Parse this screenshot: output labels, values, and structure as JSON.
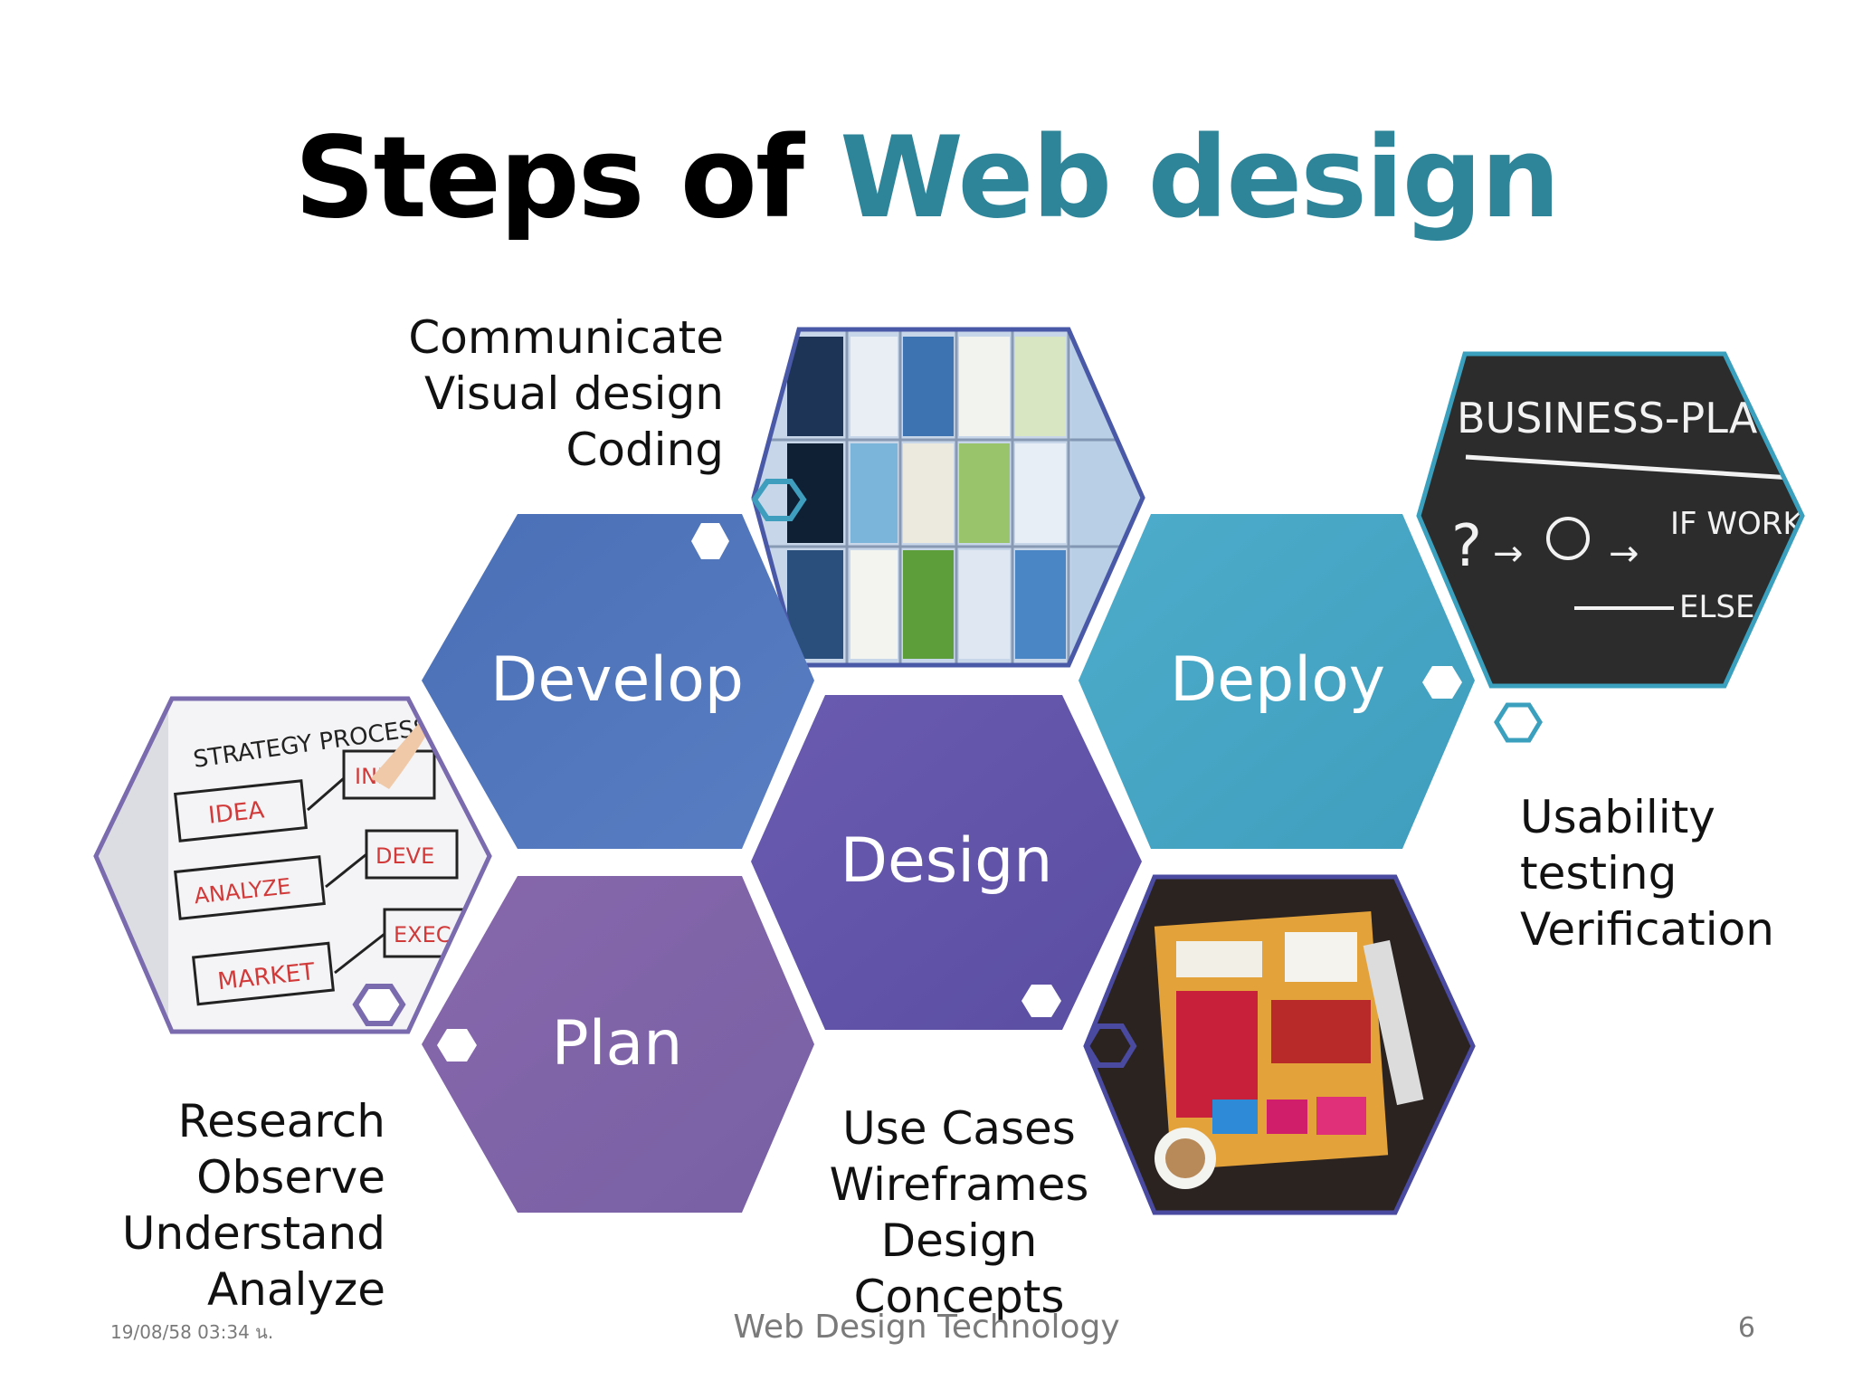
{
  "slide": {
    "title_part1": "Steps of ",
    "title_part2": "Web design",
    "colors": {
      "title_accent": "#2e8599",
      "develop": "#4e74b8",
      "design": "#6356a8",
      "plan": "#8065a8",
      "deploy": "#4aa6c6"
    },
    "steps": [
      {
        "label": "Develop",
        "details": [
          "Communicate",
          "Visual design",
          "Coding"
        ],
        "image": "web-page-thumbnails-collage"
      },
      {
        "label": "Design",
        "details": [
          "Use Cases",
          "Wireframes",
          "Design",
          "Concepts"
        ],
        "image": "paper-wireframe-sketches"
      },
      {
        "label": "Plan",
        "details": [
          "Research",
          "Observe",
          "Understand",
          "Analyze"
        ],
        "image": "strategy-process-sketch"
      },
      {
        "label": "Deploy",
        "details": [
          "Usability",
          "testing",
          "Verification"
        ],
        "image": "business-plan-chalkboard"
      }
    ],
    "image_text": {
      "strategy": [
        "STRATEGY PROCESS",
        "IDEA",
        "ANALYZE",
        "MARKET",
        "INN",
        "DEVE",
        "EXEC"
      ],
      "chalkboard": [
        "BUSINESS-PLAN",
        "IF WORK",
        "ELSE"
      ]
    },
    "footer": {
      "date": "19/08/58 03:34 น.",
      "course": "Web Design Technology",
      "page": "6"
    }
  }
}
